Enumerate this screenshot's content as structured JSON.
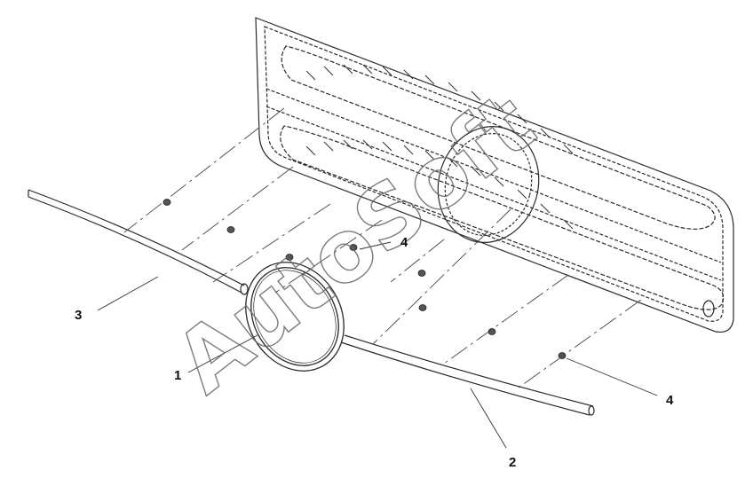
{
  "callouts": {
    "c1": "1",
    "c2": "2",
    "c3": "3",
    "c4a": "4",
    "c4b": "4"
  },
  "watermark": {
    "text": "AutoSoft"
  },
  "colors": {
    "line": "#2a2a2a",
    "leader": "#444444",
    "watermark_stroke": "#666666",
    "background": "#ffffff"
  }
}
